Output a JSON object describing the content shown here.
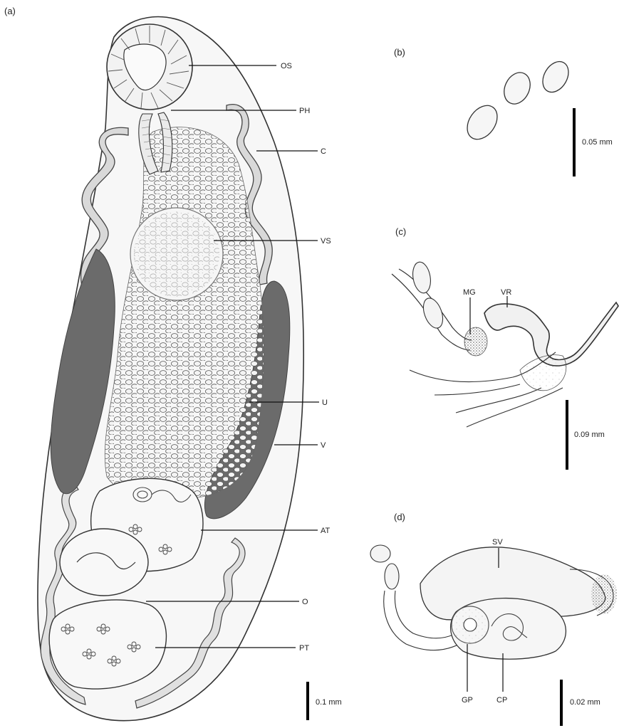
{
  "panels": {
    "a": {
      "letter": "(a)",
      "labels": {
        "os": "OS",
        "ph": "PH",
        "c": "C",
        "vs": "VS",
        "u": "U",
        "v": "V",
        "at": "AT",
        "o": "O",
        "pt": "PT"
      },
      "scale": "0.1 mm"
    },
    "b": {
      "letter": "(b)",
      "scale": "0.05 mm"
    },
    "c": {
      "letter": "(c)",
      "labels": {
        "mg": "MG",
        "vr": "VR"
      },
      "scale": "0.09 mm"
    },
    "d": {
      "letter": "(d)",
      "labels": {
        "sv": "SV",
        "gp": "GP",
        "cp": "CP"
      },
      "scale": "0.02 mm"
    }
  },
  "colors": {
    "ink": "#333333",
    "vitellaria": "#6b6b6b",
    "caeca": "#d9d9d9",
    "body_fill": "#f7f7f7"
  }
}
